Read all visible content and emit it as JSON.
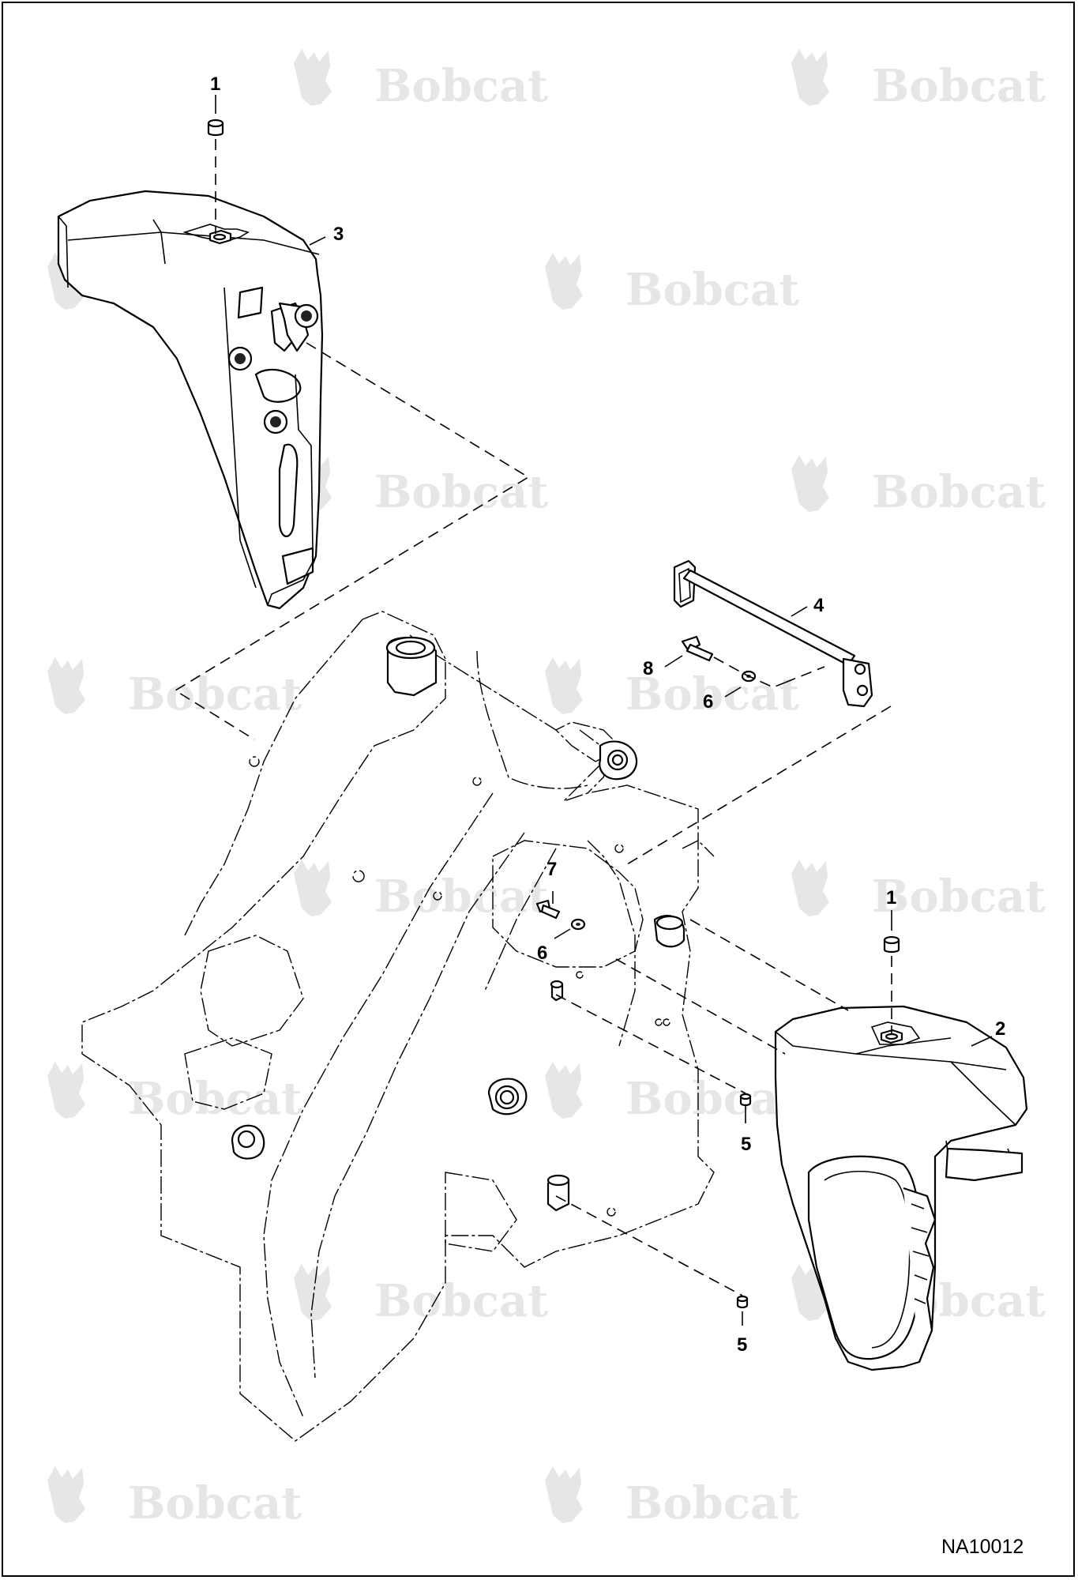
{
  "diagram": {
    "watermark": {
      "brand": "Bobcat",
      "registered_mark": "®"
    },
    "drawing_id": "NA10012",
    "callouts": [
      {
        "id": "c1a",
        "label": "1"
      },
      {
        "id": "c3",
        "label": "3"
      },
      {
        "id": "c4",
        "label": "4"
      },
      {
        "id": "c8",
        "label": "8"
      },
      {
        "id": "c6a",
        "label": "6"
      },
      {
        "id": "c7",
        "label": "7"
      },
      {
        "id": "c6b",
        "label": "6"
      },
      {
        "id": "c1b",
        "label": "1"
      },
      {
        "id": "c2",
        "label": "2"
      },
      {
        "id": "c5a",
        "label": "5"
      },
      {
        "id": "c5b",
        "label": "5"
      }
    ]
  }
}
